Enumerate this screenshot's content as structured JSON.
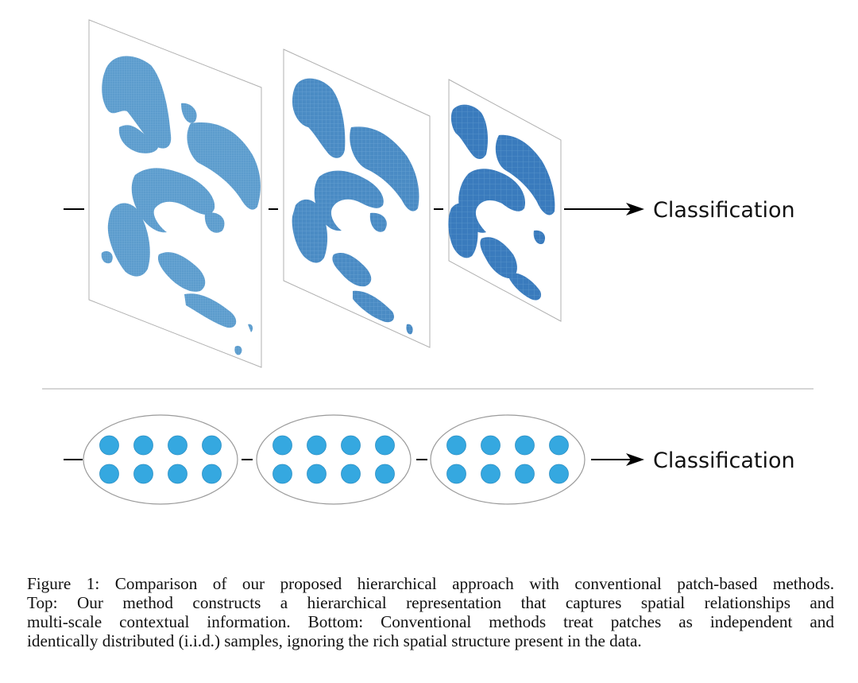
{
  "figure": {
    "top_output_label": "Classification",
    "bottom_output_label": "Classification",
    "colors": {
      "tissue_layer_1": "#5c9ccd",
      "tissue_layer_2": "#4a8bc4",
      "tissue_layer_3": "#3a7bbd",
      "patch_dot": "#35a8e0",
      "frame_line": "#b0b0b0",
      "arrow": "#000000"
    },
    "patch_groups": [
      {
        "rows": 2,
        "cols": 4
      },
      {
        "rows": 2,
        "cols": 4
      },
      {
        "rows": 2,
        "cols": 4
      }
    ]
  },
  "caption": {
    "lines": [
      "Figure 1: Comparison of our proposed hierarchical approach with conventional patch-based methods.",
      "Top: Our method constructs a hierarchical representation that captures spatial relationships and",
      "multi-scale contextual information. Bottom: Conventional methods treat patches as independent and",
      "identically distributed (i.i.d.) samples, ignoring the rich spatial structure present in the data."
    ]
  }
}
